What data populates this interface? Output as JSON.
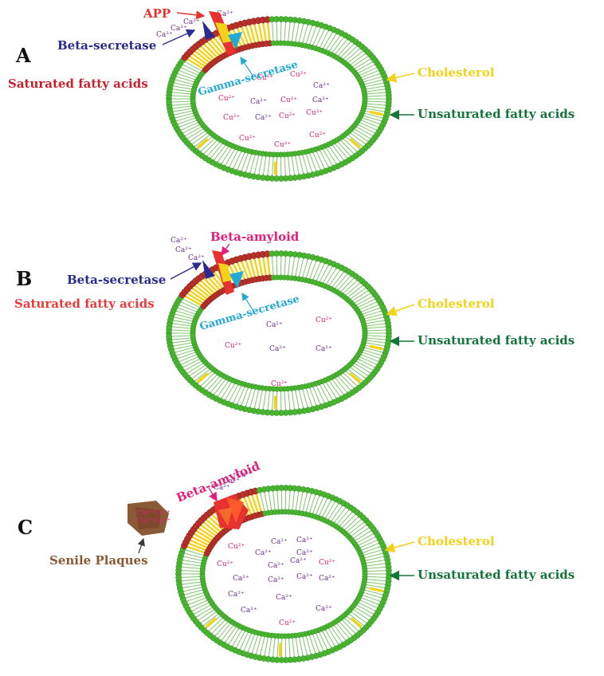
{
  "colors": {
    "membrane_green": "#3aa832",
    "head_green": "#49b52f",
    "tail_green": "#7fc46a",
    "saturated_red": "#b8302a",
    "cholesterol_yellow": "#f4d21c",
    "beta_secretase_blue": "#2a2a8f",
    "gamma_secretase_cyan": "#22a9d6",
    "app_red": "#e8322f",
    "amyloid_pink": "#e0207a",
    "plaque_brown": "#8a5a36",
    "cu_pink": "#d0206a",
    "ca_purple": "#6a2a8a",
    "unsat_green": "#14753a"
  },
  "panels": [
    {
      "letter": "A",
      "labels": {
        "app": "APP",
        "beta_secretase": "Beta-secretase",
        "saturated": "Saturated fatty acids",
        "gamma_secretase": "Gamma-secretase",
        "cholesterol": "Cholesterol",
        "unsaturated": "Unsaturated fatty acids"
      },
      "ions_outside": [
        "Ca²⁺",
        "Ca²⁺",
        "Ca²⁺",
        "Ca²⁺"
      ],
      "ions_inside": [
        {
          "t": "Cu²⁺",
          "k": "cu"
        },
        {
          "t": "Cu²⁺",
          "k": "cu"
        },
        {
          "t": "Ca²⁺",
          "k": "ca"
        },
        {
          "t": "Cu²⁺",
          "k": "cu"
        },
        {
          "t": "Ca²⁺",
          "k": "ca"
        },
        {
          "t": "Cu²⁺",
          "k": "cu"
        },
        {
          "t": "Ca²⁺",
          "k": "ca"
        },
        {
          "t": "Cu²⁺",
          "k": "cu"
        },
        {
          "t": "Ca²⁺",
          "k": "ca"
        },
        {
          "t": "Cu²⁺",
          "k": "cu"
        },
        {
          "t": "Cu²⁺",
          "k": "cu"
        },
        {
          "t": "Cu²⁺",
          "k": "cu"
        },
        {
          "t": "Cu²⁺",
          "k": "cu"
        },
        {
          "t": "Cu²⁺",
          "k": "cu"
        }
      ]
    },
    {
      "letter": "B",
      "labels": {
        "beta_amyloid": "Beta-amyloid",
        "beta_secretase": "Beta-secretase",
        "saturated": "Saturated fatty acids",
        "gamma_secretase": "Gamma-secretase",
        "cholesterol": "Cholesterol",
        "unsaturated": "Unsaturated fatty acids"
      },
      "ions_outside": [
        "Ca²⁺",
        "Ca²⁺",
        "Ca²⁺"
      ],
      "ions_inside": [
        {
          "t": "Ca²⁺",
          "k": "ca"
        },
        {
          "t": "Cu²⁺",
          "k": "cu"
        },
        {
          "t": "Cu²⁺",
          "k": "cu"
        },
        {
          "t": "Ca²⁺",
          "k": "ca"
        },
        {
          "t": "Ca²⁺",
          "k": "ca"
        },
        {
          "t": "Cu²⁺",
          "k": "cu"
        }
      ]
    },
    {
      "letter": "C",
      "labels": {
        "beta_amyloid": "Beta-amyloid",
        "senile": "Senile Plaques",
        "cholesterol": "Cholesterol",
        "unsaturated": "Unsaturated fatty acids"
      },
      "ions_outside": [
        "Ca²⁺",
        "Ca²⁺",
        "Ca²⁺"
      ],
      "ions_inside": [
        {
          "t": "Ca²⁺",
          "k": "ca"
        },
        {
          "t": "Ca²⁺",
          "k": "ca"
        },
        {
          "t": "Cu²⁺",
          "k": "cu"
        },
        {
          "t": "Ca²⁺",
          "k": "ca"
        },
        {
          "t": "Ca²⁺",
          "k": "ca"
        },
        {
          "t": "Cu²⁺",
          "k": "cu"
        },
        {
          "t": "Ca²⁺",
          "k": "ca"
        },
        {
          "t": "Ca²⁺",
          "k": "ca"
        },
        {
          "t": "Cu²⁺",
          "k": "cu"
        },
        {
          "t": "Ca²⁺",
          "k": "ca"
        },
        {
          "t": "Ca²⁺",
          "k": "ca"
        },
        {
          "t": "Ca²⁺",
          "k": "ca"
        },
        {
          "t": "Ca²⁺",
          "k": "ca"
        },
        {
          "t": "Ca²⁺",
          "k": "ca"
        },
        {
          "t": "Ca²⁺",
          "k": "ca"
        },
        {
          "t": "Ca²⁺",
          "k": "ca"
        },
        {
          "t": "Ca²⁺",
          "k": "ca"
        },
        {
          "t": "Cu²⁺",
          "k": "cu"
        }
      ]
    }
  ]
}
